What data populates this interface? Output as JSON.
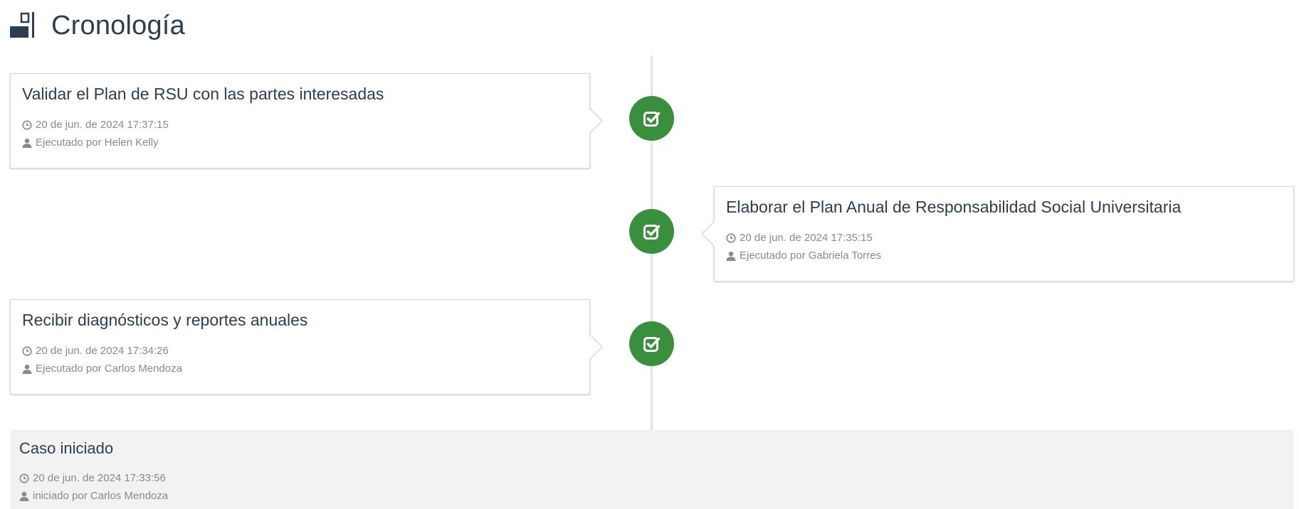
{
  "header": {
    "title": "Cronología",
    "icon": "timeline-icon"
  },
  "colors": {
    "badge_green": "#3a8f3e",
    "title_text": "#2c3e50",
    "meta_text": "#8a8a8a",
    "line": "#e4e4e4",
    "start_block_bg": "#f2f2f2"
  },
  "events": [
    {
      "side": "left",
      "title": "Validar el Plan de RSU con las partes interesadas",
      "timestamp": "20 de jun. de 2024 17:37:15",
      "executor": "Ejecutado por Helen Kelly",
      "status_icon": "check-square-icon"
    },
    {
      "side": "right",
      "title": "Elaborar el Plan Anual de Responsabilidad Social Universitaria",
      "timestamp": "20 de jun. de 2024 17:35:15",
      "executor": "Ejecutado por Gabriela Torres",
      "status_icon": "check-square-icon"
    },
    {
      "side": "left",
      "title": "Recibir diagnósticos y reportes anuales",
      "timestamp": "20 de jun. de 2024 17:34:26",
      "executor": "Ejecutado por Carlos Mendoza",
      "status_icon": "check-square-icon"
    }
  ],
  "case_start": {
    "title": "Caso iniciado",
    "timestamp": "20 de jun. de 2024 17:33:56",
    "initiator": "iniciado por Carlos Mendoza"
  }
}
